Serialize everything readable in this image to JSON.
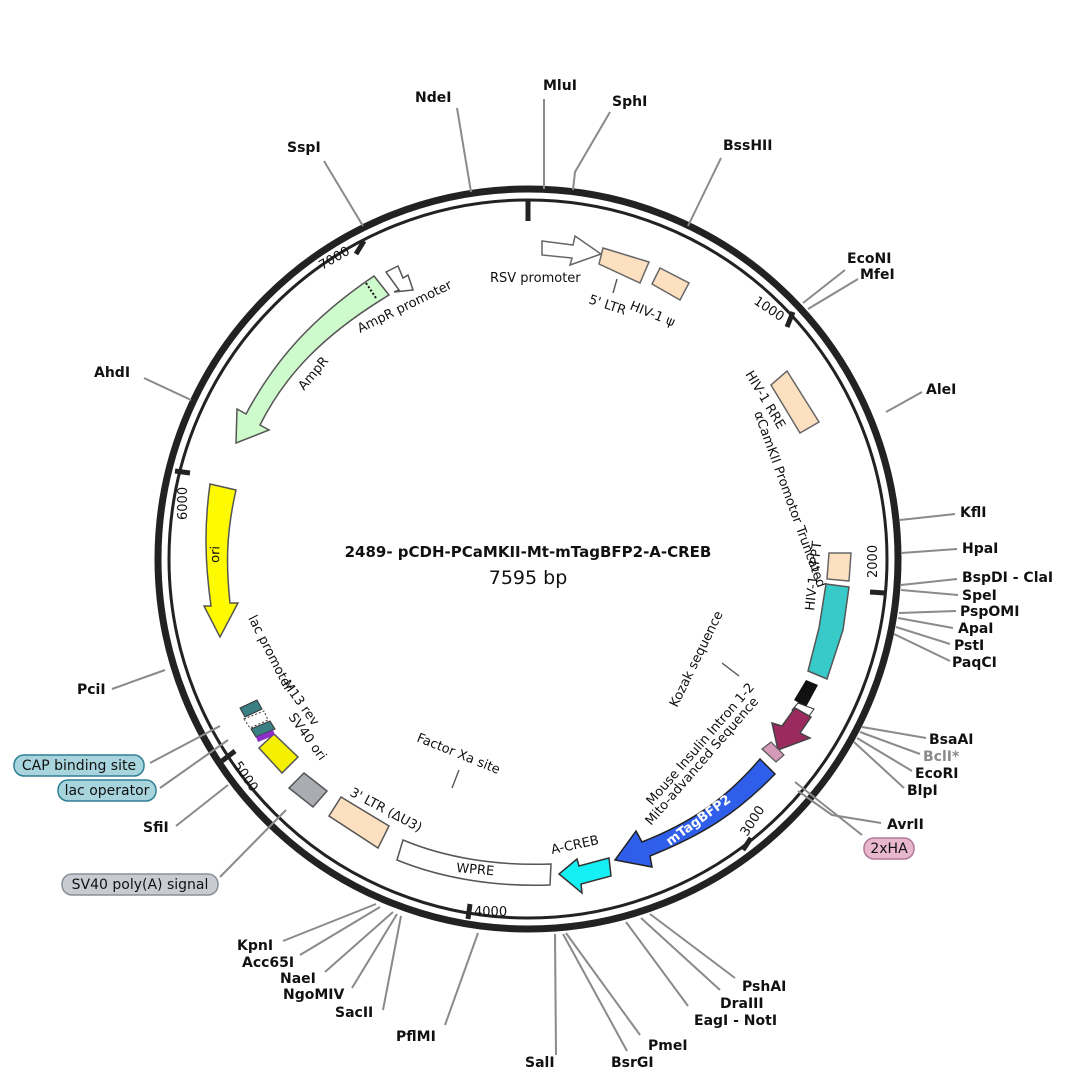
{
  "map": {
    "title": "2489- pCDH-PCaMKII-Mt-mTagBFP2-A-CREB",
    "size": "7595 bp"
  },
  "ticks": [
    "1000",
    "2000",
    "3000",
    "4000",
    "5000",
    "6000",
    "7000"
  ],
  "sites": {
    "ndei": "NdeI",
    "mlui": "MluI",
    "sphi": "SphI",
    "bsshii": "BssHII",
    "sspi": "SspI",
    "econi": "EcoNI",
    "mfei": "MfeI",
    "alei": "AleI",
    "ahdi": "AhdI",
    "kfli": "KflI",
    "hpai": "HpaI",
    "bspdi": "BspDI - ClaI",
    "spei": "SpeI",
    "pspomi": "PspOMI",
    "apai": "ApaI",
    "psti": "PstI",
    "paqci": "PaqCI",
    "bsaai": "BsaAI",
    "bcli": "BclI*",
    "ecori": "EcoRI",
    "blpi": "BlpI",
    "avrii": "AvrII",
    "pcii": "PciI",
    "sfii": "SfiI",
    "kpni": "KpnI",
    "acc65i": "Acc65I",
    "naei": "NaeI",
    "ngomiv": "NgoMIV",
    "sacii": "SacII",
    "pflmi": "PflMI",
    "sali": "SalI",
    "bsrgi": "BsrGI",
    "pmei": "PmeI",
    "eagi": "EagI - NotI",
    "draiii": "DraIII",
    "pshai": "PshAI"
  },
  "features": {
    "rsv": "RSV promoter",
    "ltr5": "5' LTR",
    "hiv_psi": "HIV-1 ψ",
    "rre": "HIV-1 RRE",
    "camkii": "αCamKII Promotor Truncated",
    "cppt": "HIV-1 cPPT",
    "kozak": "Kozak sequence",
    "intron": "Mouse Insulin Intron 1-2",
    "mito": "Mito-advanced Sequence",
    "mtagbfp2": "mTagBFP2",
    "acreb": "A-CREB",
    "wpre": "WPRE",
    "ltr3": "3' LTR (ΔU3)",
    "factorxa": "Factor Xa site",
    "sv40ori": "SV40 ori",
    "m13rev": "M13 rev",
    "lacprom": "lac promoter",
    "ori": "ori",
    "ampr": "AmpR",
    "ampr_prom": "AmpR promoter"
  },
  "tags": {
    "cap": "CAP binding site",
    "lacop": "lac operator",
    "sv40pa": "SV40 poly(A) signal",
    "ha": "2xHA"
  },
  "colors": {
    "backbone": "#222222",
    "ltr": "#fde0c0",
    "cppt": "#38c9c9",
    "mito": "#9b2a5e",
    "ha": "#d49ab8",
    "mtagbfp2": "#2f5fea",
    "acreb": "#14f0f4",
    "wpre": "#ffffff",
    "sv40ori": "#a9adb2",
    "sv40pa": "#f5f000",
    "ori": "#fefb00",
    "ampr": "#cdfbcb",
    "lac": "#3a7f84",
    "tag_cap": "#a8d4dd",
    "tag_sv40": "#c8ccd2",
    "tag_ha": "#e8b6cd"
  }
}
